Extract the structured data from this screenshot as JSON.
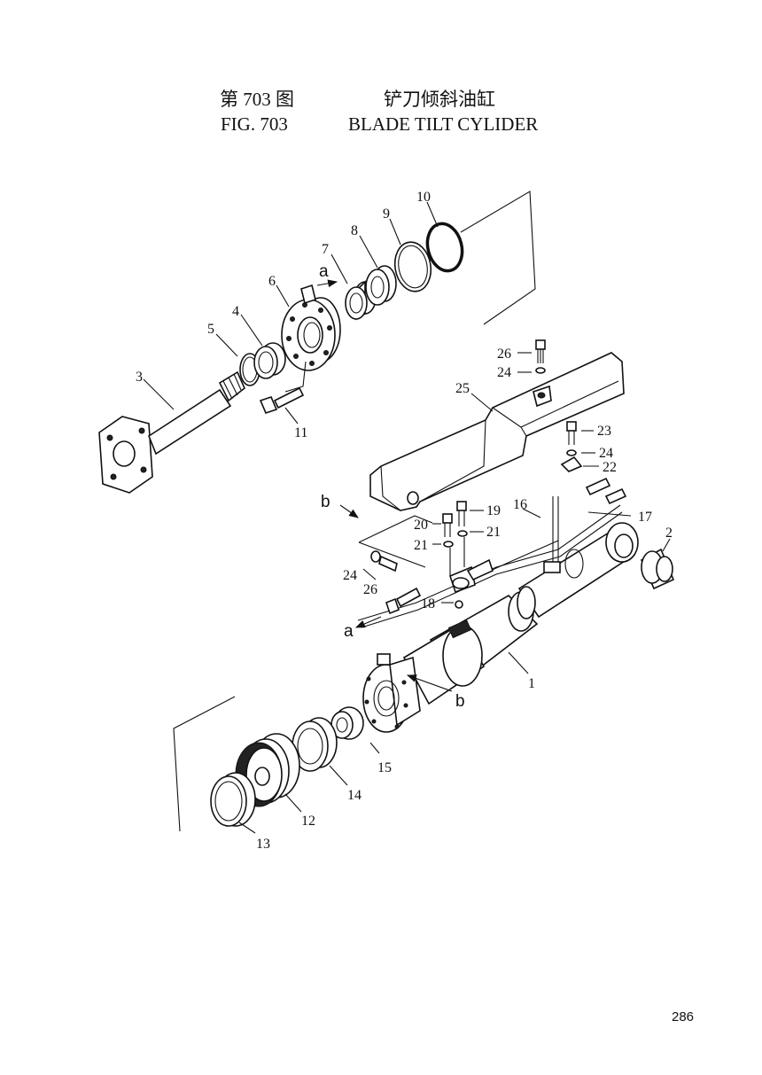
{
  "header": {
    "fig_cn": "第 703 图",
    "title_cn": "铲刀倾斜油缸",
    "fig_en": "FIG. 703",
    "title_en": "BLADE TILT CYLIDER"
  },
  "labels": {
    "p1": "1",
    "p2": "2",
    "p3": "3",
    "p4": "4",
    "p5": "5",
    "p6": "6",
    "p7": "7",
    "p8": "8",
    "p9": "9",
    "p10": "10",
    "p11": "11",
    "p12": "12",
    "p13": "13",
    "p14": "14",
    "p15": "15",
    "p16": "16",
    "p17": "17",
    "p18": "18",
    "p19": "19",
    "p20": "20",
    "p21a": "21",
    "p21b": "21",
    "p22": "22",
    "p23": "23",
    "p24a": "24",
    "p24b": "24",
    "p24c": "24",
    "p25": "25",
    "p26a": "26",
    "p26b": "26"
  },
  "refs": {
    "a_top": "a",
    "a_bottom": "a",
    "b_left": "b",
    "b_right": "b"
  },
  "page_number": "286"
}
